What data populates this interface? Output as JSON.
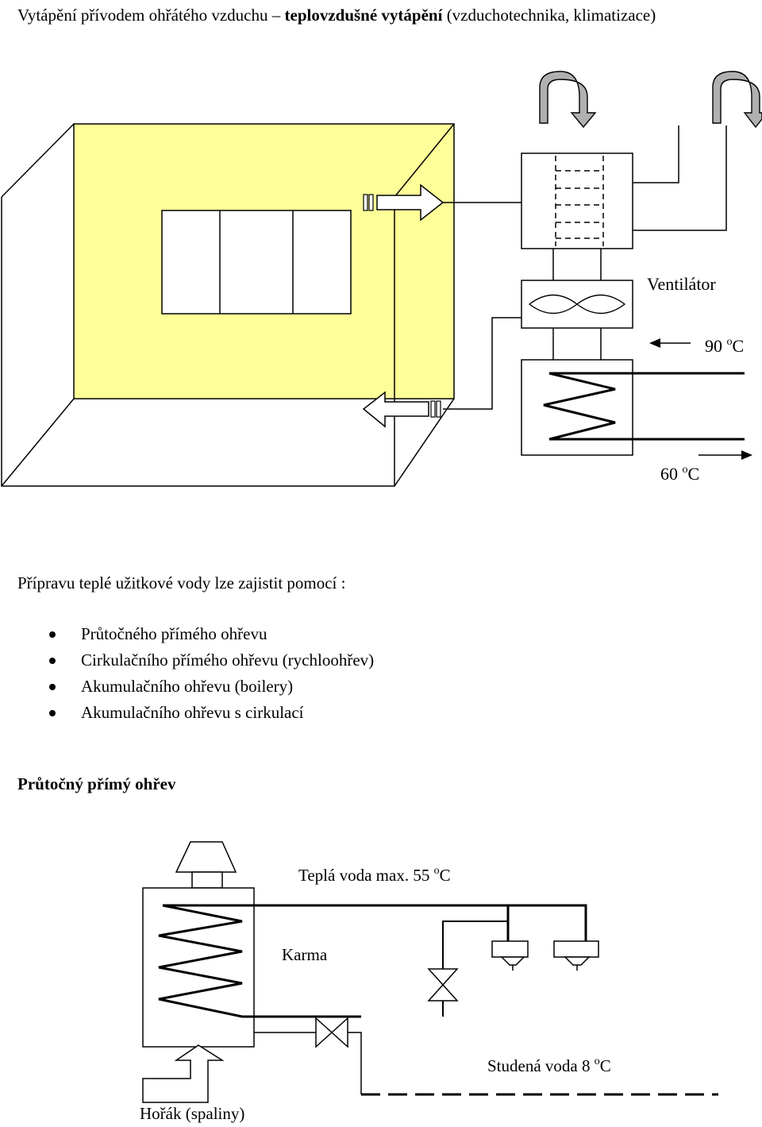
{
  "title": {
    "part1": "Vytápění přívodem ohřátého vzduchu – ",
    "bold": "teplovzdušné vytápění",
    "part2": " (vzduchotechnika, klimatizace)"
  },
  "diagram1": {
    "ventilator_label": "Ventilátor",
    "hot_temp_value": "90 ",
    "hot_temp_sup": "o",
    "hot_temp_unit": "C",
    "cold_temp_value": "60 ",
    "cold_temp_sup": "o",
    "cold_temp_unit": "C",
    "room_fill_color": "#ffff99"
  },
  "intro": "Přípravu teplé užitkové vody lze zajistit pomocí :",
  "bullets": [
    "Průtočného přímého ohřevu",
    "Cirkulačního přímého ohřevu (rychloohřev)",
    "Akumulačního ohřevu (boilery)",
    "Akumulačního ohřevu s cirkulací"
  ],
  "section_heading": "Průtočný přímý ohřev",
  "diagram2": {
    "hot_water_value": "Teplá voda max. 55 ",
    "hot_water_sup": "o",
    "hot_water_unit": "C",
    "heater_label": "Karma",
    "cold_water_value": "Studená voda 8 ",
    "cold_water_sup": "o",
    "cold_water_unit": "C",
    "burner_label": "Hořák (spaliny)"
  }
}
